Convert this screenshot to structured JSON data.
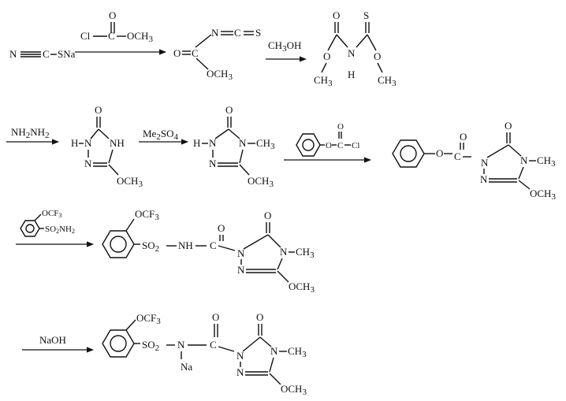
{
  "scheme": {
    "row1": {
      "start": {
        "n": "N",
        "c": "C",
        "sna": "SNa"
      },
      "reagent": {
        "cl": "Cl",
        "c": "C",
        "o": "O",
        "och3": "OCH",
        "sub3": "3"
      },
      "int1": {
        "n": "N",
        "c1": "C",
        "s": "S",
        "o": "O",
        "c2": "C",
        "och3": "OCH",
        "sub3": "3"
      },
      "solvent": {
        "ch3oh": "CH",
        "sub3": "3",
        "oh": "OH"
      },
      "int2": {
        "o": "O",
        "s": "S",
        "n": "N",
        "h": "H",
        "oa": "O",
        "ob": "O",
        "ch3a": "CH",
        "ch3b": "CH",
        "sub3": "3"
      }
    },
    "row2": {
      "reagent1": {
        "nh2nh2": "NH",
        "sub2": "2",
        "nh2": "NH"
      },
      "tri1": {
        "o": "O",
        "h": "H",
        "n1": "N",
        "n4h": "NH",
        "n2": "N",
        "och3": "OCH",
        "sub3": "3"
      },
      "reagent2": {
        "me": "Me",
        "sub2": "2",
        "so4": "SO",
        "sub4": "4"
      },
      "tri2": {
        "o": "O",
        "h": "H",
        "n1": "N",
        "n4": "N",
        "ch3": "CH",
        "n2": "N",
        "och3": "OCH",
        "sub3": "3"
      },
      "reagent3": {
        "o": "O",
        "c": "C",
        "cl": "Cl",
        "oo": "O"
      },
      "product": {
        "o": "O",
        "c": "C",
        "oo": "O",
        "n1": "N",
        "n4": "N",
        "ch3": "CH",
        "n2": "N",
        "och3": "OCH",
        "sub3": "3"
      }
    },
    "row3": {
      "reagent": {
        "ocf": "OCF",
        "sub3": "3",
        "so2nh2": "SO",
        "sub2": "2",
        "nh2": "NH"
      },
      "product": {
        "ocf": "OCF",
        "sub3": "3",
        "so2": "SO",
        "sub2": "2",
        "nh": "NH",
        "c": "C",
        "o": "O",
        "oo": "O",
        "n1": "N",
        "n4": "N",
        "ch3": "CH",
        "n2": "N",
        "och3": "OCH"
      }
    },
    "row4": {
      "reagent": "NaOH",
      "product": {
        "ocf": "OCF",
        "sub3": "3",
        "so2": "SO",
        "sub2": "2",
        "n": "N",
        "na": "Na",
        "c": "C",
        "o": "O",
        "oo": "O",
        "n1": "N",
        "n4": "N",
        "ch3": "CH",
        "n2": "N",
        "och3": "OCH"
      }
    }
  }
}
